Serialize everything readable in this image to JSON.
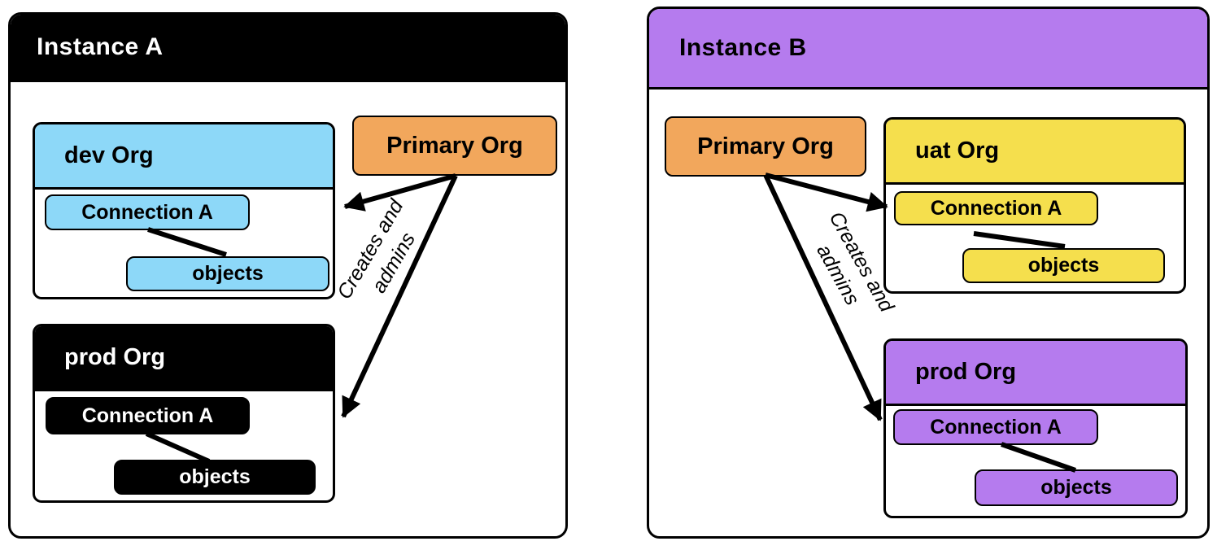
{
  "colors": {
    "node_black": "#000000",
    "light_blue": "#8DD8F8",
    "orange": "#F2A75C",
    "purple": "#B57BEE",
    "yellow": "#F5DF4D"
  },
  "instance_a": {
    "title": "Instance A",
    "primary_org_label": "Primary Org",
    "edge_label_line1": "Creates and",
    "edge_label_line2": "admins",
    "dev_org": {
      "title": "dev Org",
      "connection_label": "Connection A",
      "objects_label": "objects"
    },
    "prod_org": {
      "title": "prod Org",
      "connection_label": "Connection A",
      "objects_label": "objects"
    }
  },
  "instance_b": {
    "title": "Instance B",
    "primary_org_label": "Primary Org",
    "edge_label_line1": "Creates and",
    "edge_label_line2": "admins",
    "uat_org": {
      "title": "uat Org",
      "connection_label": "Connection A",
      "objects_label": "objects"
    },
    "prod_org": {
      "title": "prod Org",
      "connection_label": "Connection A",
      "objects_label": "objects"
    }
  }
}
